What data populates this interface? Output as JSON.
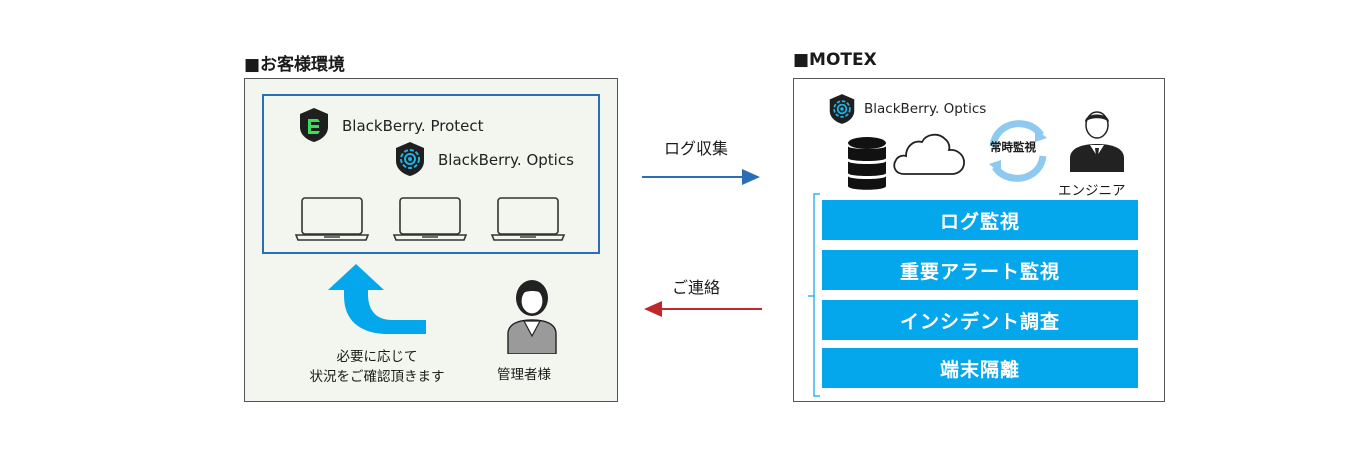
{
  "customer": {
    "title": "■お客様環境",
    "protect_label": "BlackBerry. Protect",
    "optics_label": "BlackBerry. Optics",
    "caption_line1": "必要に応じて",
    "caption_line2": "状況をご確認頂きます",
    "admin_label": "管理者様"
  },
  "arrows": {
    "log_collection": "ログ収集",
    "contact": "ご連絡"
  },
  "motex": {
    "title": "■MOTEX",
    "optics_label": "BlackBerry. Optics",
    "monitoring_label": "常時監視",
    "engineer_label": "エンジニア",
    "services": [
      "ログ監視",
      "重要アラート監視",
      "インシデント調査",
      "端末隔離"
    ]
  },
  "colors": {
    "inner_border": "#2a6fb5",
    "service_bar": "#04a6ec",
    "arrow_blue": "#2a6fb5",
    "arrow_red": "#c0282c",
    "customer_bg": "#f2f6ee",
    "protect_green": "#3ddc5a",
    "optics_cyan": "#1fb3e8"
  }
}
